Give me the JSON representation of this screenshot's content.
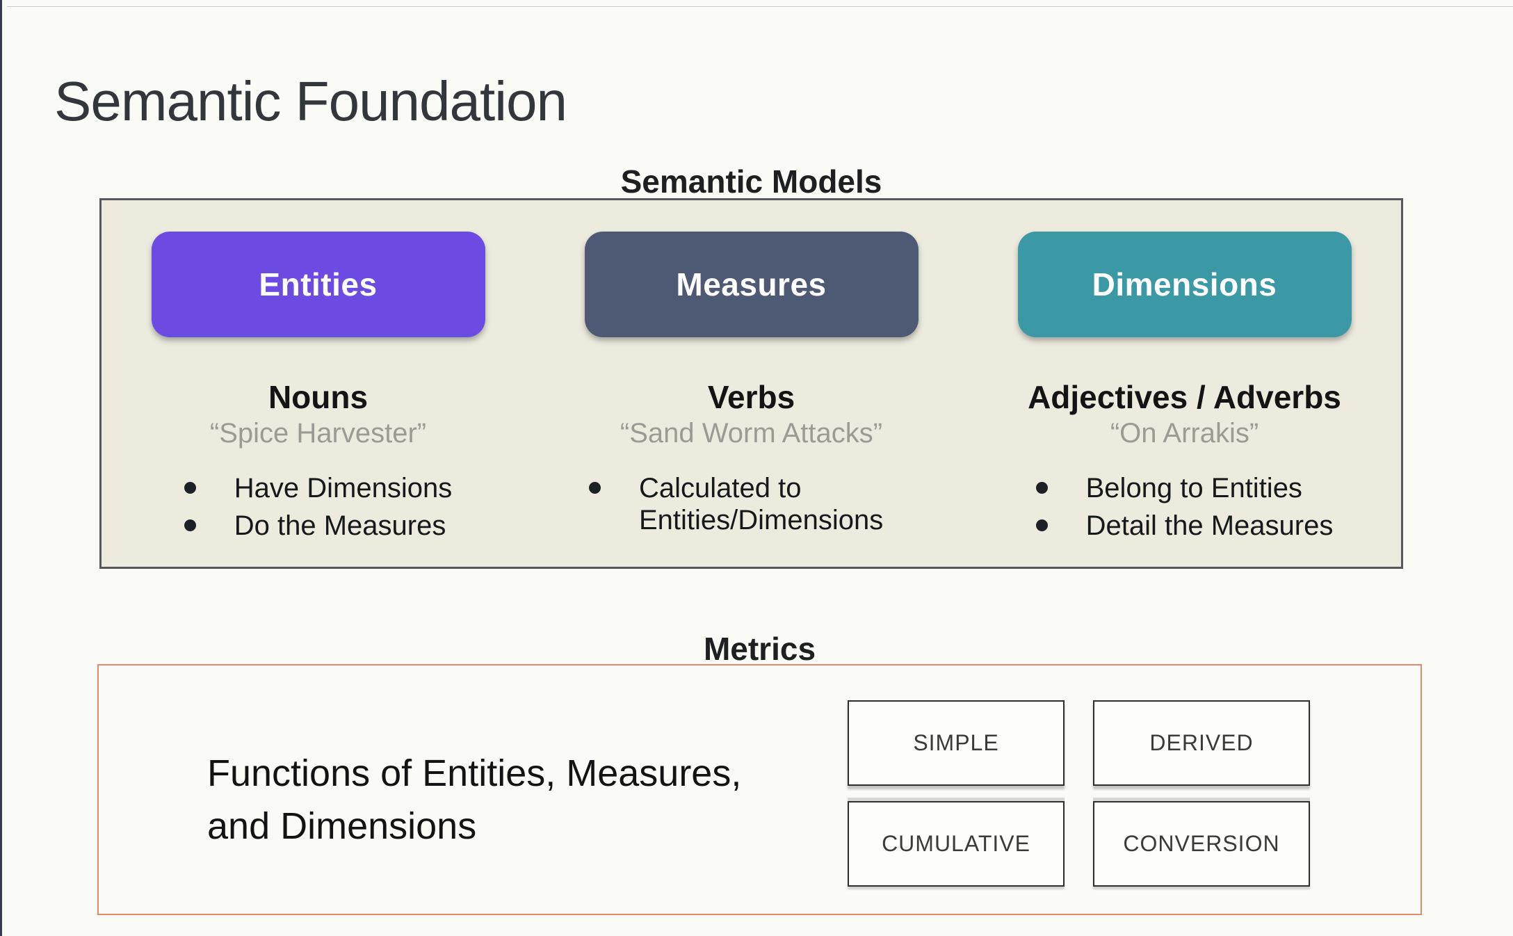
{
  "page": {
    "title": "Semantic Foundation"
  },
  "semantic_models": {
    "heading": "Semantic Models",
    "panel_bg": "#edebde",
    "columns": [
      {
        "button_label": "Entities",
        "button_color": "#6b4be2",
        "role": "Nouns",
        "example": "“Spice Harvester”",
        "bullets": [
          "Have Dimensions",
          "Do the Measures"
        ]
      },
      {
        "button_label": "Measures",
        "button_color": "#4e5a73",
        "role": "Verbs",
        "example": "“Sand Worm Attacks”",
        "bullets": [
          "Calculated to Entities/Dimensions"
        ]
      },
      {
        "button_label": "Dimensions",
        "button_color": "#3b99a6",
        "role": "Adjectives / Adverbs",
        "example": "“On Arrakis”",
        "bullets": [
          "Belong to Entities",
          "Detail the Measures"
        ]
      }
    ]
  },
  "metrics": {
    "heading": "Metrics",
    "border_color": "#e08a70",
    "description": "Functions of Entities, Measures,\nand Dimensions",
    "types": [
      "SIMPLE",
      "DERIVED",
      "CUMULATIVE",
      "CONVERSION"
    ]
  }
}
